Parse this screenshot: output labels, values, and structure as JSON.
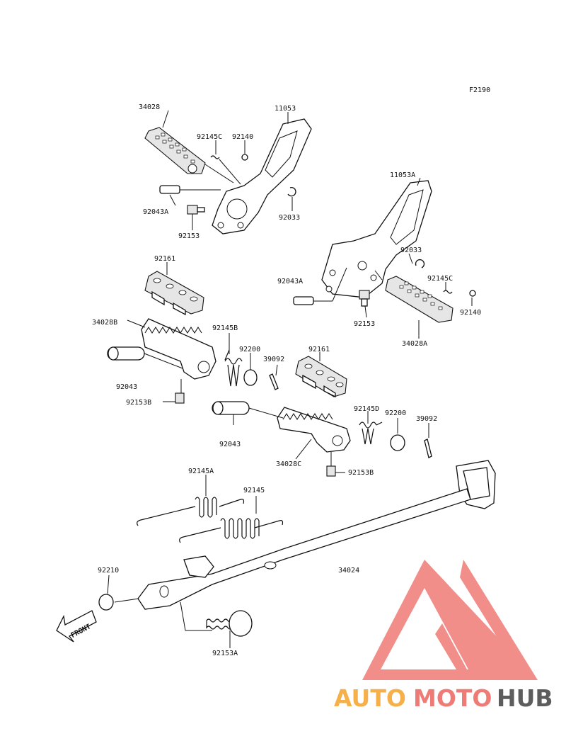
{
  "diagram": {
    "figure_code": "F2190",
    "front_label": "FRONT",
    "labels": [
      {
        "id": "l-34028-top",
        "text": "34028"
      },
      {
        "id": "l-11053",
        "text": "11053"
      },
      {
        "id": "l-92145c-top",
        "text": "92145C"
      },
      {
        "id": "l-92140-top",
        "text": "92140"
      },
      {
        "id": "l-92043a-top",
        "text": "92043A"
      },
      {
        "id": "l-92153-top",
        "text": "92153"
      },
      {
        "id": "l-92033-top",
        "text": "92033"
      },
      {
        "id": "l-11053a",
        "text": "11053A"
      },
      {
        "id": "l-92033-right",
        "text": "92033"
      },
      {
        "id": "l-92043a-right",
        "text": "92043A"
      },
      {
        "id": "l-92145c-right",
        "text": "92145C"
      },
      {
        "id": "l-92140-right",
        "text": "92140"
      },
      {
        "id": "l-92153-right",
        "text": "92153"
      },
      {
        "id": "l-34028a",
        "text": "34028A"
      },
      {
        "id": "l-92161-left",
        "text": "92161"
      },
      {
        "id": "l-34028b",
        "text": "34028B"
      },
      {
        "id": "l-92145b",
        "text": "92145B"
      },
      {
        "id": "l-92200-left",
        "text": "92200"
      },
      {
        "id": "l-39092-left",
        "text": "39092"
      },
      {
        "id": "l-92161-right",
        "text": "92161"
      },
      {
        "id": "l-92043-left",
        "text": "92043"
      },
      {
        "id": "l-92153b-left",
        "text": "92153B"
      },
      {
        "id": "l-92043-mid",
        "text": "92043"
      },
      {
        "id": "l-92145d",
        "text": "92145D"
      },
      {
        "id": "l-92200-right",
        "text": "92200"
      },
      {
        "id": "l-39092-right",
        "text": "39092"
      },
      {
        "id": "l-34028c",
        "text": "34028C"
      },
      {
        "id": "l-92153b-right",
        "text": "92153B"
      },
      {
        "id": "l-92145a",
        "text": "92145A"
      },
      {
        "id": "l-92145",
        "text": "92145"
      },
      {
        "id": "l-92210",
        "text": "92210"
      },
      {
        "id": "l-34024",
        "text": "34024"
      },
      {
        "id": "l-92153a",
        "text": "92153A"
      }
    ]
  },
  "watermark": {
    "part1": "AUTO",
    "part2": "MOTO",
    "part3": "HUB",
    "colors": {
      "part1": "#f5b04a",
      "part2": "#ef7b76",
      "part3": "#5d5d5d",
      "triangle": "#ef7b76"
    }
  }
}
